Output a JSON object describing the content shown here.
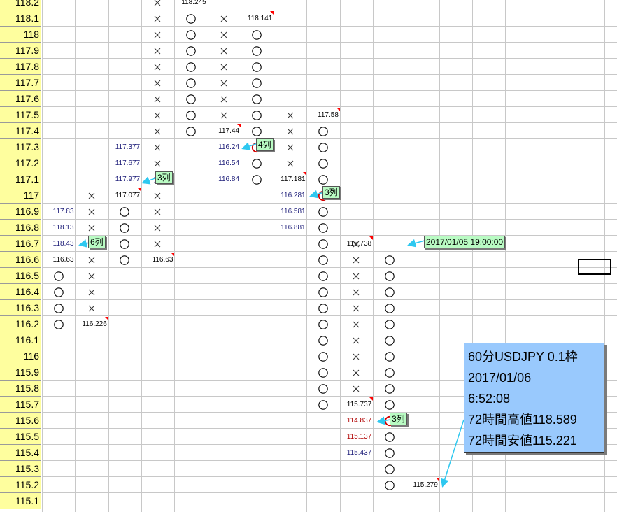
{
  "prices": [
    "118.2",
    "118.1",
    "118",
    "117.9",
    "117.8",
    "117.7",
    "117.6",
    "117.5",
    "117.4",
    "117.3",
    "117.2",
    "117.1",
    "117",
    "116.9",
    "116.8",
    "116.7",
    "116.6",
    "116.5",
    "116.4",
    "116.3",
    "116.2",
    "116.1",
    "116",
    "115.9",
    "115.8",
    "115.7",
    "115.6",
    "115.5",
    "115.4",
    "115.3",
    "115.2",
    "115.1"
  ],
  "colors": {
    "price_column": "#fefe9e",
    "grid": "#c8c8c8",
    "callout": "#b9fbc3",
    "info_box": "#99c9fd",
    "dark_blue_text": "#1f1f7a",
    "red_text": "#b00000",
    "red_circle": "#d40000",
    "arrow": "#2ec8f0"
  },
  "mark_symbols": {
    "x": "×",
    "o": "○"
  },
  "mark_runs": [
    {
      "col": 0,
      "mark": "o",
      "from": "116.5",
      "to": "116.2"
    },
    {
      "col": 1,
      "mark": "x",
      "from": "117",
      "to": "116.3"
    },
    {
      "col": 2,
      "mark": "o",
      "from": "116.9",
      "to": "116.6"
    },
    {
      "col": 3,
      "mark": "x",
      "from": "118.2",
      "to": "116.7"
    },
    {
      "col": 4,
      "mark": "o",
      "from": "118.1",
      "to": "117.4"
    },
    {
      "col": 5,
      "mark": "x",
      "from": "118.1",
      "to": "117.5"
    },
    {
      "col": 6,
      "mark": "o",
      "from": "118",
      "to": "117.1"
    },
    {
      "col": 7,
      "mark": "x",
      "from": "117.5",
      "to": "117.2"
    },
    {
      "col": 8,
      "mark": "o",
      "from": "117.4",
      "to": "115.7"
    },
    {
      "col": 9,
      "mark": "x",
      "from": "116.7",
      "to": "115.8"
    },
    {
      "col": 10,
      "mark": "o",
      "from": "116.6",
      "to": "115.2"
    }
  ],
  "special_marks": [
    {
      "col": 1,
      "price": "116.7",
      "mark": "x",
      "style": "blue_bold"
    },
    {
      "col": 3,
      "price": "117.1",
      "mark": "x",
      "style": "blue_bold"
    },
    {
      "col": 6,
      "price": "117.3",
      "mark": "o",
      "style": "red"
    },
    {
      "col": 8,
      "price": "117",
      "mark": "o",
      "style": "red"
    },
    {
      "col": 10,
      "price": "115.6",
      "mark": "o",
      "style": "red"
    }
  ],
  "cell_labels": [
    {
      "col": 0,
      "price": "116.9",
      "text": "117.83",
      "color": "blue"
    },
    {
      "col": 0,
      "price": "116.8",
      "text": "118.13",
      "color": "blue"
    },
    {
      "col": 0,
      "price": "116.7",
      "text": "118.43",
      "color": "blue"
    },
    {
      "col": 0,
      "price": "116.6",
      "text": "116.63",
      "color": "black"
    },
    {
      "col": 1,
      "price": "116.2",
      "text": "116.226",
      "color": "black",
      "tri": true
    },
    {
      "col": 2,
      "price": "117.3",
      "text": "117.377",
      "color": "blue"
    },
    {
      "col": 2,
      "price": "117.2",
      "text": "117.677",
      "color": "blue"
    },
    {
      "col": 2,
      "price": "117.1",
      "text": "117.977",
      "color": "blue"
    },
    {
      "col": 2,
      "price": "117",
      "text": "117.077",
      "color": "black",
      "tri": true
    },
    {
      "col": 3,
      "price": "116.6",
      "text": "116.63",
      "color": "black",
      "tri": true
    },
    {
      "col": 4,
      "price": "118.2",
      "text": "118.245",
      "color": "black",
      "tri": true
    },
    {
      "col": 5,
      "price": "117.4",
      "text": "117.44",
      "color": "black",
      "tri": true
    },
    {
      "col": 5,
      "price": "117.3",
      "text": "116.24",
      "color": "blue"
    },
    {
      "col": 5,
      "price": "117.2",
      "text": "116.54",
      "color": "blue"
    },
    {
      "col": 5,
      "price": "117.1",
      "text": "116.84",
      "color": "blue"
    },
    {
      "col": 6,
      "price": "118.1",
      "text": "118.141",
      "color": "black",
      "tri": true
    },
    {
      "col": 7,
      "price": "117.1",
      "text": "117.181",
      "color": "black",
      "tri": true
    },
    {
      "col": 7,
      "price": "117",
      "text": "116.281",
      "color": "blue"
    },
    {
      "col": 7,
      "price": "116.9",
      "text": "116.581",
      "color": "blue"
    },
    {
      "col": 7,
      "price": "116.8",
      "text": "116.881",
      "color": "blue"
    },
    {
      "col": 8,
      "price": "117.5",
      "text": "117.58",
      "color": "black",
      "tri": true
    },
    {
      "col": 9,
      "price": "116.7",
      "text": "116.738",
      "color": "black",
      "tri": true
    },
    {
      "col": 9,
      "price": "115.7",
      "text": "115.737",
      "color": "black",
      "tri": true
    },
    {
      "col": 9,
      "price": "115.6",
      "text": "114.837",
      "color": "red"
    },
    {
      "col": 9,
      "price": "115.5",
      "text": "115.137",
      "color": "red"
    },
    {
      "col": 9,
      "price": "115.4",
      "text": "115.437",
      "color": "blue"
    },
    {
      "col": 11,
      "price": "115.2",
      "text": "115.279",
      "color": "black",
      "tri": true
    }
  ],
  "callouts": [
    {
      "text": "6列"
    },
    {
      "text": "3列"
    },
    {
      "text": "4列"
    },
    {
      "text": "3列"
    },
    {
      "text": "3列"
    },
    {
      "text": "2017/01/05 19:00:00"
    }
  ],
  "info_box": {
    "line1": "60分USDJPY 0.1枠",
    "line2": "2017/01/06",
    "line3": "6:52:08",
    "line4": "72時間高値118.589",
    "line5": "72時間安値115.221"
  }
}
